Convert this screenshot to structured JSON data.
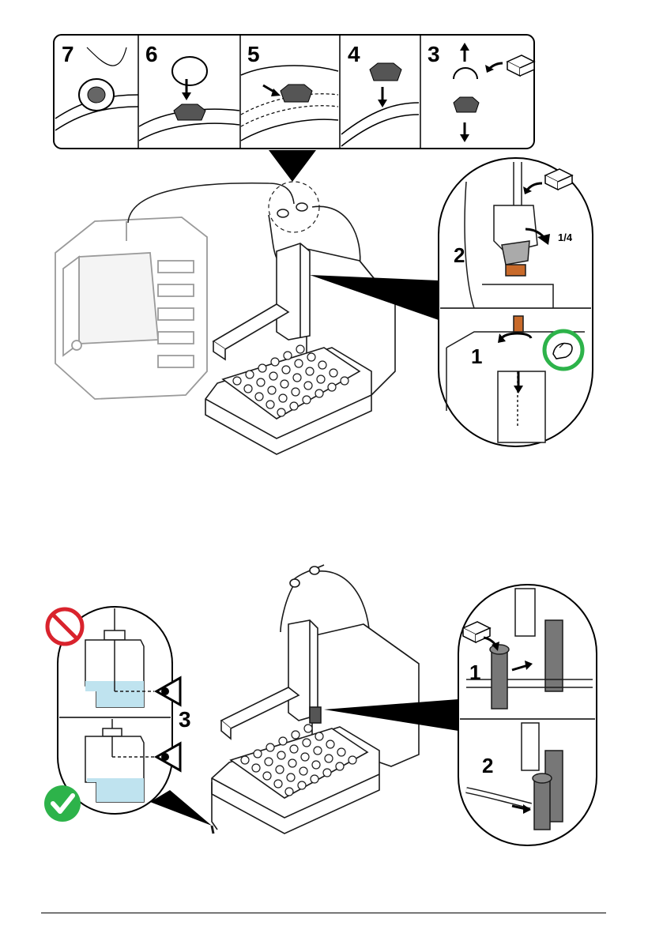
{
  "figure1": {
    "strip_steps": [
      "7",
      "6",
      "5",
      "4",
      "3"
    ],
    "detail_steps": [
      "2",
      "1"
    ],
    "rotation_label": "1/4"
  },
  "figure2": {
    "level_step": "3",
    "detail_steps": [
      "1",
      "2"
    ]
  },
  "colors": {
    "line": "#1a1a1a",
    "part_dark": "#555555",
    "tip_orange": "#c86a2a",
    "liquid": "#bfe3ef",
    "ok_green": "#2db34a",
    "prohibit_red": "#d9232d",
    "hand_ring_green": "#2db34a",
    "instrument_gray": "#9a9a9a"
  },
  "icons": [
    "prohibit-icon",
    "check-icon",
    "eye-icon",
    "hand-icon",
    "rotate-arrow-icon",
    "box-open-icon"
  ]
}
